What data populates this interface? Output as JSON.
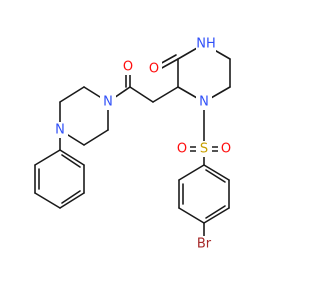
{
  "molecule": {
    "atoms": {
      "n_amide_h": "NH",
      "o_amide": "O",
      "n_piperazinone": "N",
      "n_ketone_o": "O",
      "n_piperazine_amide": "N",
      "n_piperazine_phenyl": "N",
      "s_sulfonyl": "S",
      "o_sulfonyl_left": "O",
      "o_sulfonyl_right": "O",
      "br": "Br"
    },
    "colors": {
      "bond": "#1a1a1a",
      "nitrogen": "#3050f8",
      "oxygen": "#ff0d0d",
      "sulfur": "#c8a000",
      "bromine": "#a62929"
    }
  }
}
